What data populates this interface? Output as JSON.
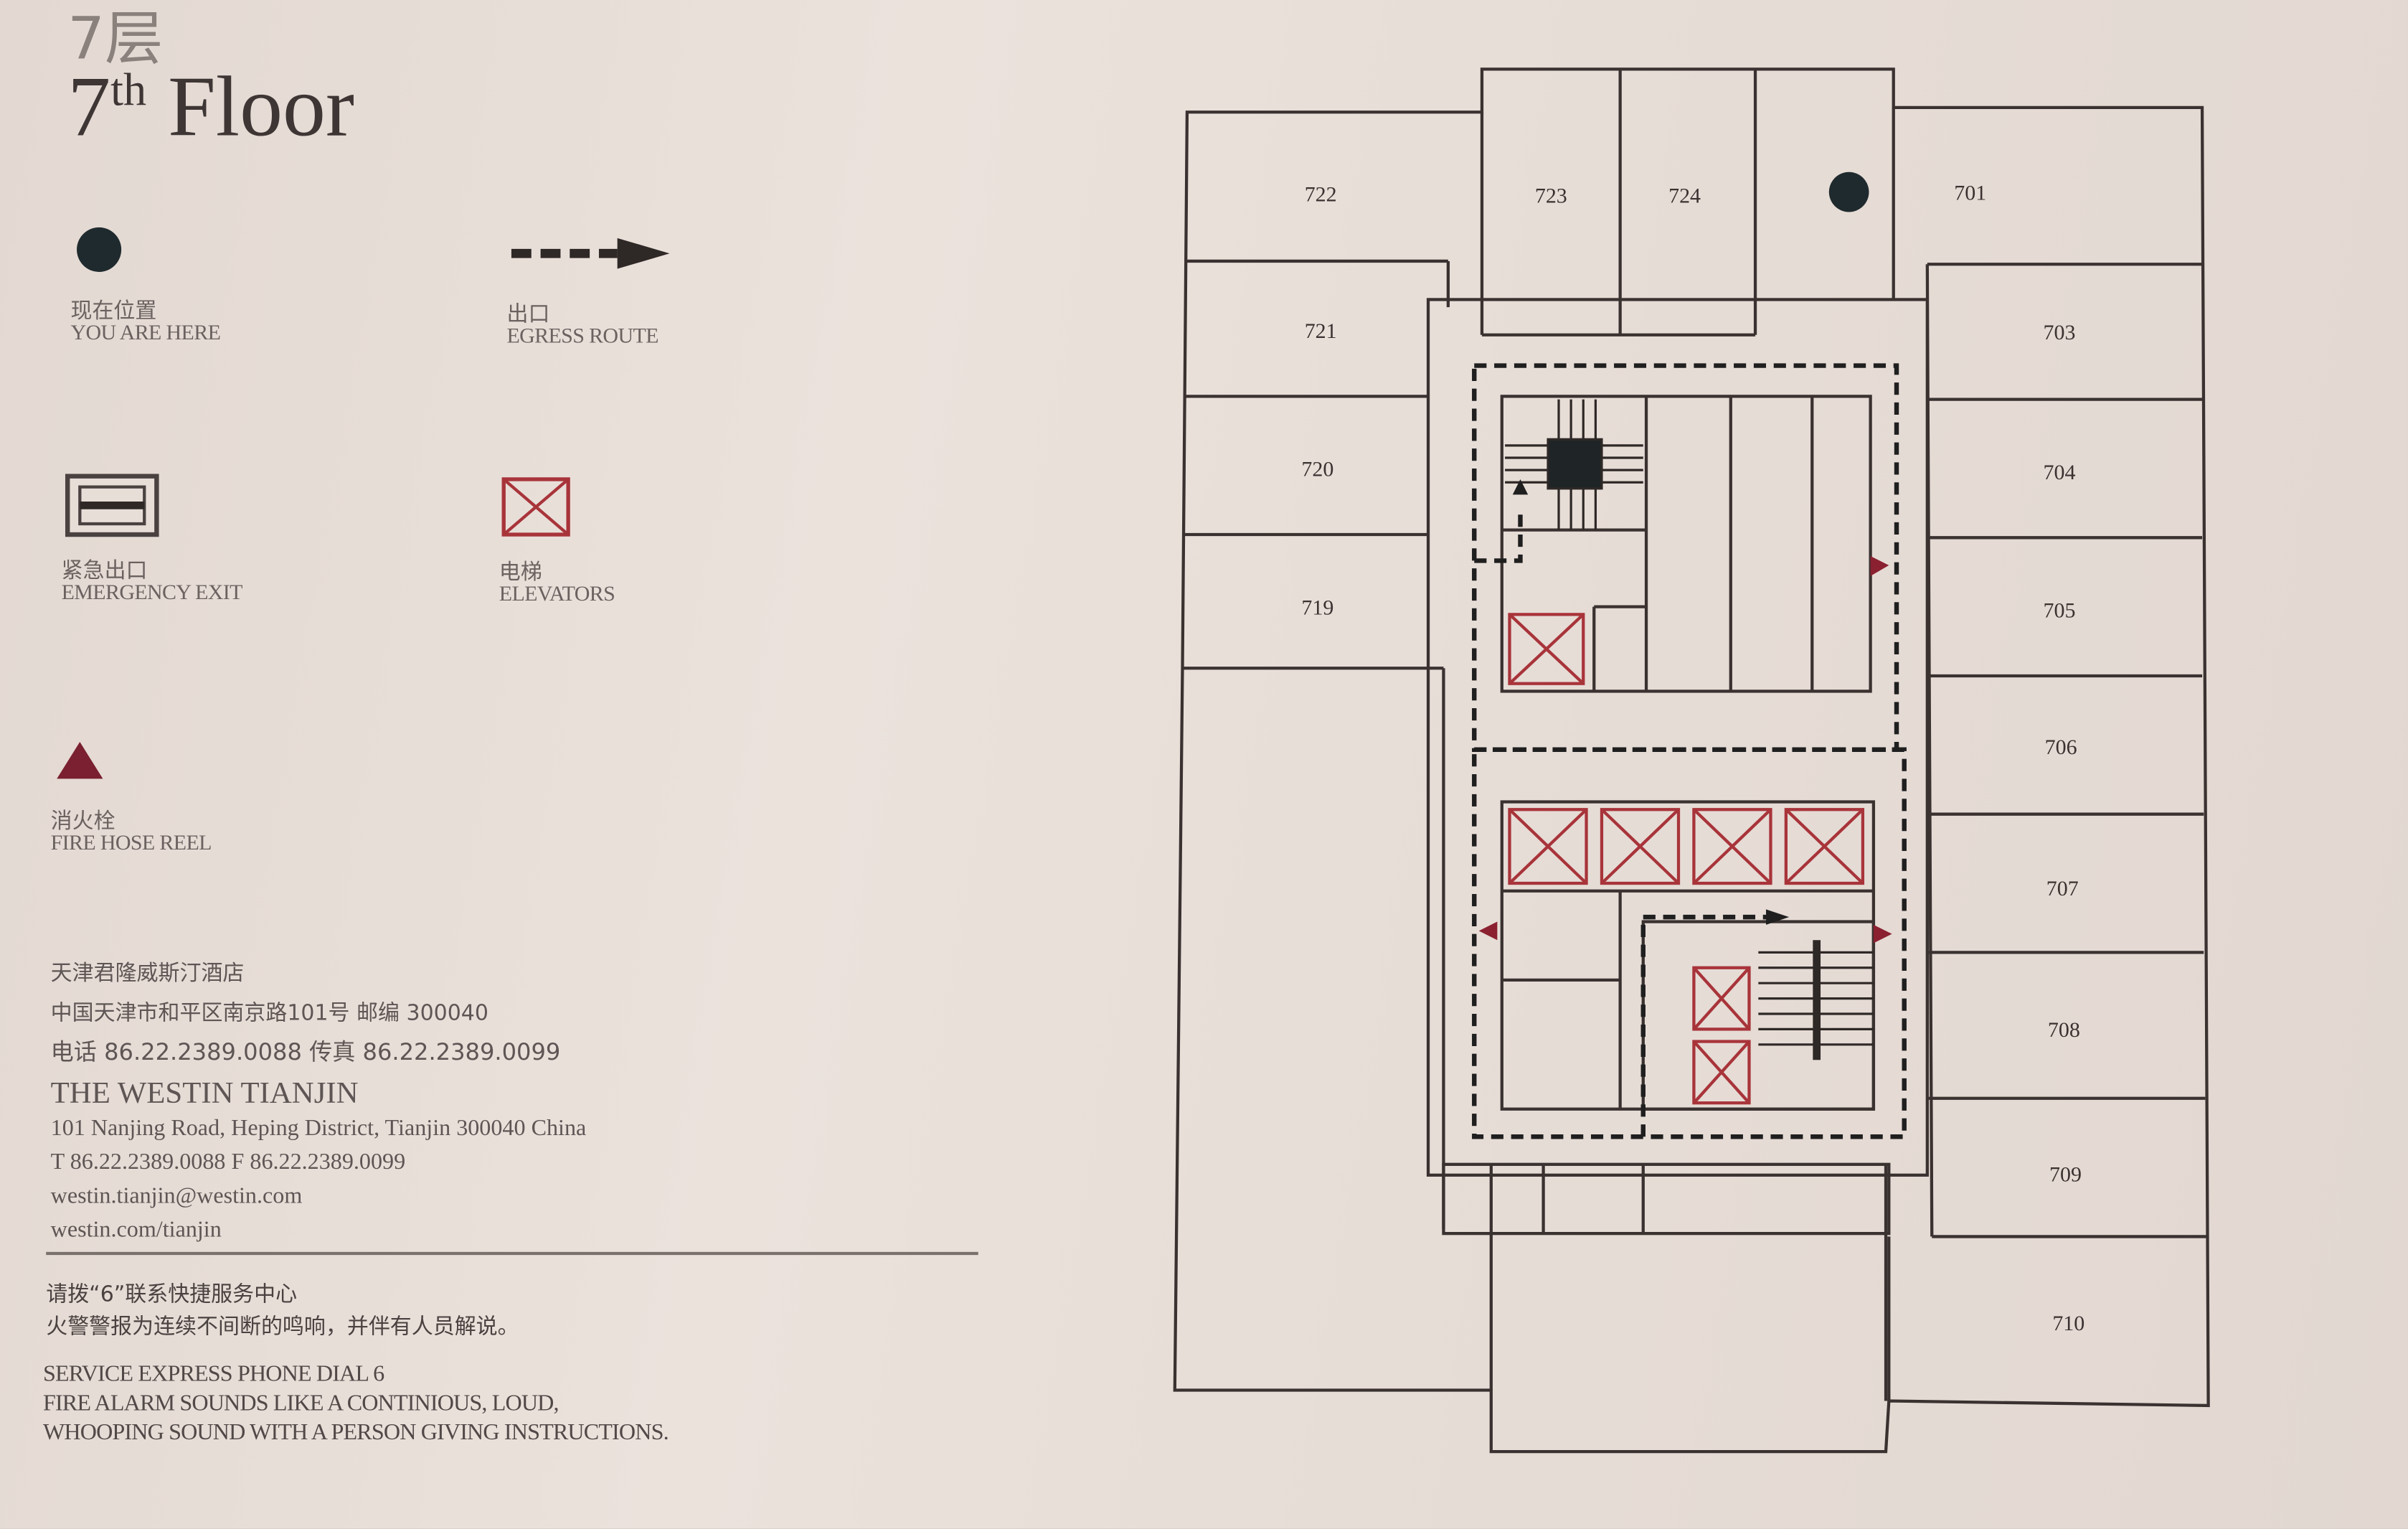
{
  "title": {
    "cn": "7层",
    "en_num": "7",
    "en_sup": "th",
    "en_word": "Floor"
  },
  "legend": [
    {
      "icon": "you-are-here-dot",
      "cn": "现在位置",
      "en": "YOU ARE HERE"
    },
    {
      "icon": "dashed-arrow",
      "cn": "出口",
      "en": "EGRESS ROUTE"
    },
    {
      "icon": "emergency-exit",
      "cn": "紧急出口",
      "en": "EMERGENCY EXIT"
    },
    {
      "icon": "elevator-box",
      "cn": "电梯",
      "en": "ELEVATORS"
    },
    {
      "icon": "fire-hose-triangle",
      "cn": "消火栓",
      "en": "FIRE HOSE REEL"
    }
  ],
  "hotel": {
    "cn_name": "天津君隆威斯汀酒店",
    "cn_address": "中国天津市和平区南京路101号 邮编 300040",
    "cn_phone": "电话 86.22.2389.0088  传真 86.22.2389.0099",
    "en_name": "THE WESTIN TIANJIN",
    "en_address": "101 Nanjing Road, Heping District, Tianjin 300040 China",
    "en_phone": "T 86.22.2389.0088  F 86.22.2389.0099",
    "email": "westin.tianjin@westin.com",
    "website": "westin.com/tianjin"
  },
  "notice": {
    "cn_line1": "请拨“6”联系快捷服务中心",
    "cn_line2": "火警警报为连续不间断的鸣响，并伴有人员解说。",
    "en_line1": "SERVICE EXPRESS PHONE DIAL 6",
    "en_line2": "FIRE ALARM SOUNDS LIKE A CONTINIOUS, LOUD,",
    "en_line3": "WHOOPING SOUND WITH A PERSON GIVING INSTRUCTIONS."
  },
  "rooms": {
    "r722": "722",
    "r721": "721",
    "r720": "720",
    "r719": "719",
    "r723": "723",
    "r724": "724",
    "r701": "701",
    "r703": "703",
    "r704": "704",
    "r705": "705",
    "r706": "706",
    "r707": "707",
    "r708": "708",
    "r709": "709",
    "r710": "710"
  },
  "colors": {
    "elevator": "#a8343a",
    "fire_hose": "#8a2030",
    "ink": "#2e2826"
  }
}
